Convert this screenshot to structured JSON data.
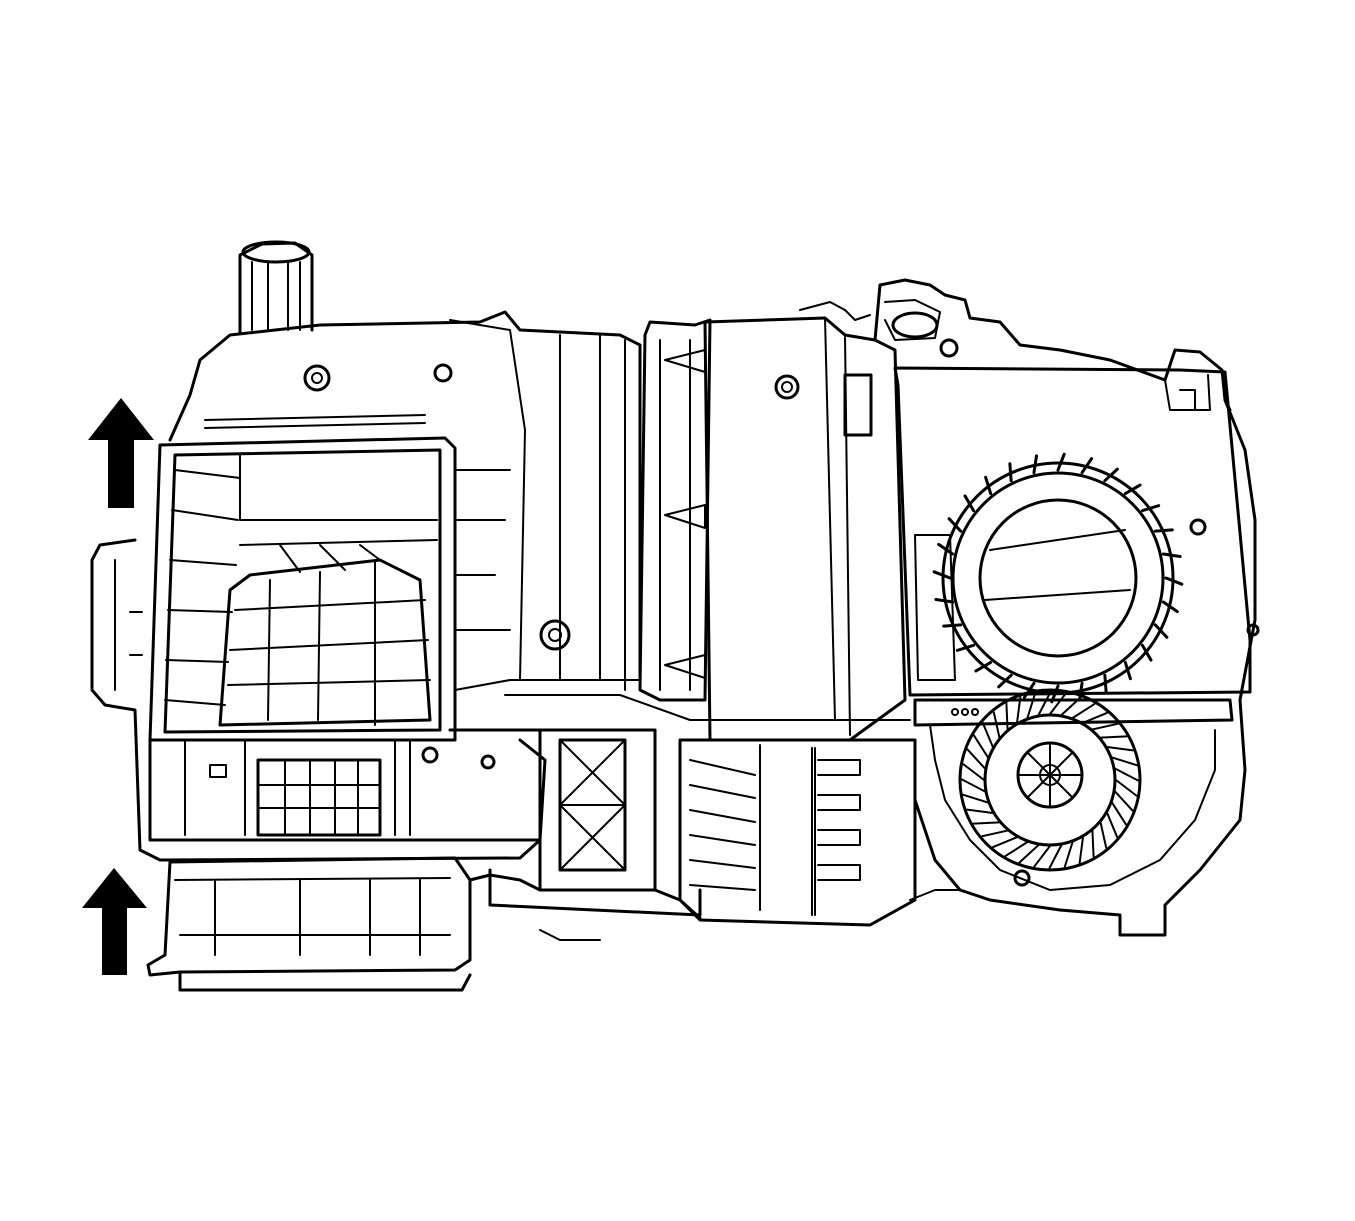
{
  "figure": {
    "background": "#ffffff",
    "line_color": "#000000",
    "content": "hvac-module-housing-line-drawing",
    "arrows": [
      {
        "name": "upper-lift-arrow",
        "direction": "up"
      },
      {
        "name": "lower-lift-arrow",
        "direction": "up"
      }
    ]
  }
}
